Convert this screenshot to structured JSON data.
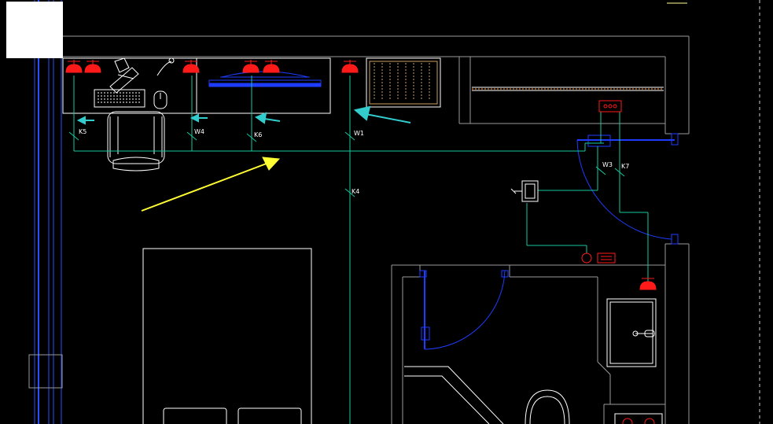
{
  "app": {
    "viewport": "CAD floor plan drawing area"
  },
  "colors": {
    "background": "#000000",
    "wall": "#9a9a9a",
    "furniture": "#ffffff",
    "circuit": "#14c8a0",
    "door": "#1e3cff",
    "light": "#ff1a1a",
    "pointer_arrow": "#ffff33",
    "cyan_arrow": "#33cccc",
    "left_band": "#2850ff"
  },
  "viewcube": {
    "icon": "viewcube-icon"
  },
  "circuit_labels": {
    "k5": "K5",
    "w4": "W4",
    "k6": "K6",
    "w1": "W1",
    "k4": "K4",
    "w3": "W3",
    "k7": "K7"
  },
  "icons": {
    "ceiling_light": "ceiling-light-icon",
    "socket": "socket-icon",
    "switch": "switch-icon",
    "junction_box": "junction-box-icon",
    "chair": "chair-icon",
    "keyboard": "keyboard-icon",
    "mouse": "mouse-icon",
    "monitor": "monitor-icon",
    "tv": "tv-icon",
    "shoe_cabinet": "shoe-cabinet-icon",
    "curtain": "curtain-icon",
    "bed": "bed-icon",
    "toilet": "toilet-icon",
    "shower": "shower-icon",
    "arrow": "arrow-icon"
  }
}
